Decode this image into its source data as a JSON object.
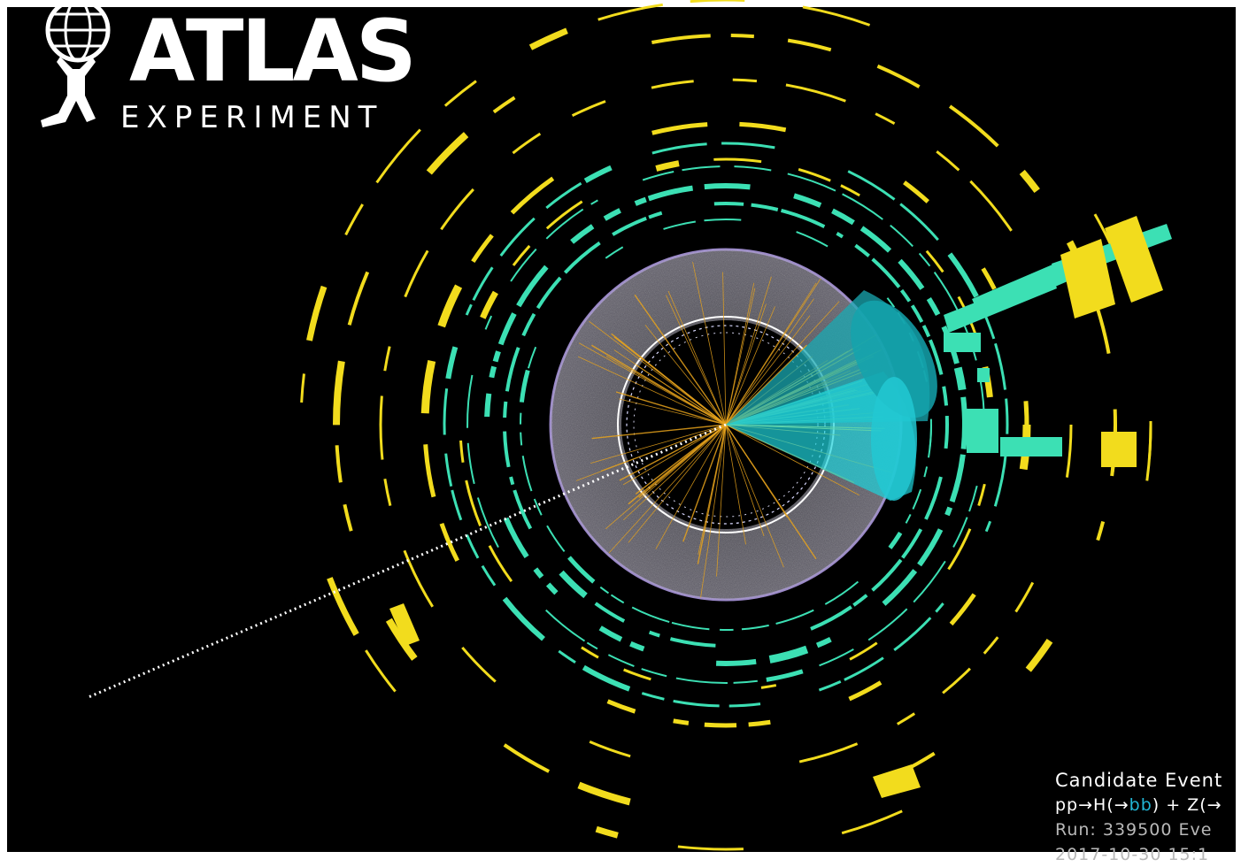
{
  "logo": {
    "title": "ATLAS",
    "subtitle": "EXPERIMENT"
  },
  "event_info": {
    "title": "Candidate Event",
    "process_prefix": "pp→H(→",
    "process_bb": "bb",
    "process_suffix": ") + Z(→",
    "run_line": "Run: 339500 Eve",
    "date_line": "2017-10-30 15:1"
  },
  "colors": {
    "background": "#000000",
    "muon_chamber": "#f2dc1d",
    "calorimeter": "#3ce0b4",
    "jet_cone": "#1ec9d2",
    "track": "#e7a31c",
    "inner_detector": "#6e6a7c",
    "missing_energy": "#ffffff"
  }
}
